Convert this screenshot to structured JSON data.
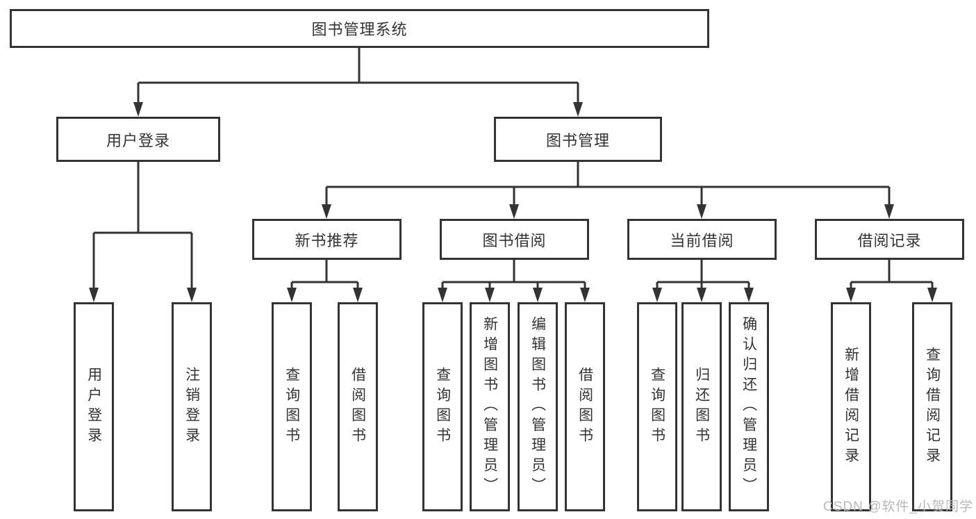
{
  "diagram": {
    "type": "tree-diagram",
    "root": {
      "label": "图书管理系统"
    },
    "branches": [
      {
        "label": "用户登录",
        "children": [
          {
            "label": "用户登录"
          },
          {
            "label": "注销登录"
          }
        ]
      },
      {
        "label": "图书管理",
        "children": [
          {
            "label": "新书推荐",
            "children": [
              {
                "label": "查询图书"
              },
              {
                "label": "借阅图书"
              }
            ]
          },
          {
            "label": "图书借阅",
            "children": [
              {
                "label": "查询图书"
              },
              {
                "label": "新增图书（管理员）"
              },
              {
                "label": "编辑图书（管理员）"
              },
              {
                "label": "借阅图书"
              }
            ]
          },
          {
            "label": "当前借阅",
            "children": [
              {
                "label": "查询图书"
              },
              {
                "label": "归还图书"
              },
              {
                "label": "确认归还（管理员）"
              }
            ]
          },
          {
            "label": "借阅记录",
            "children": [
              {
                "label": "新增借阅记录"
              },
              {
                "label": "查询借阅记录"
              }
            ]
          }
        ]
      }
    ]
  },
  "watermark": {
    "text": "CSDN @软件_小贺同学"
  },
  "colors": {
    "line": "#333333",
    "box_border": "#333333",
    "text": "#333333",
    "watermark": "#b9b9b9",
    "background": "#ffffff"
  }
}
